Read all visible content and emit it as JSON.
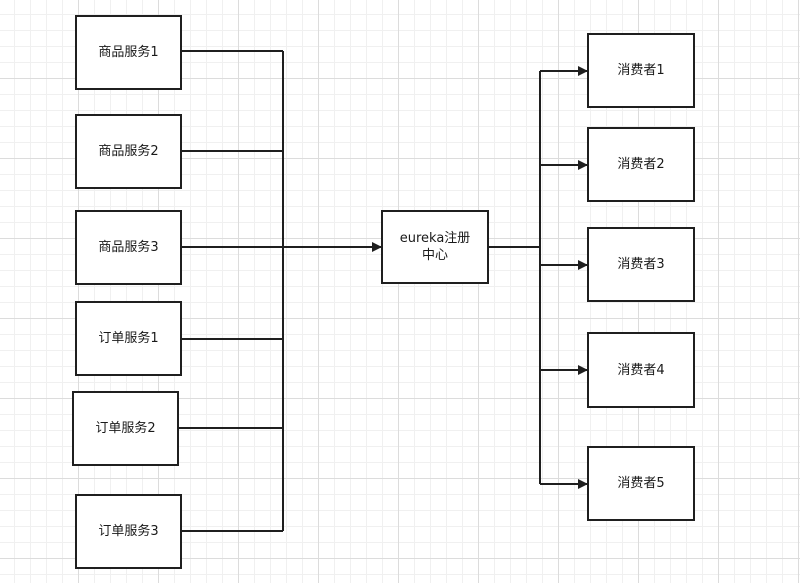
{
  "colors": {
    "line": "#1f1f1f",
    "node_border": "#1f1f1f",
    "node_fill": "#ffffff",
    "grid": "#dcdcdc"
  },
  "providers": [
    {
      "label": "商品服务1"
    },
    {
      "label": "商品服务2"
    },
    {
      "label": "商品服务3"
    },
    {
      "label": "订单服务1"
    },
    {
      "label": "订单服务2"
    },
    {
      "label": "订单服务3"
    }
  ],
  "registry": {
    "label": "eureka注册\n中心"
  },
  "consumers": [
    {
      "label": "消费者1"
    },
    {
      "label": "消费者2"
    },
    {
      "label": "消费者3"
    },
    {
      "label": "消费者4"
    },
    {
      "label": "消费者5"
    }
  ]
}
